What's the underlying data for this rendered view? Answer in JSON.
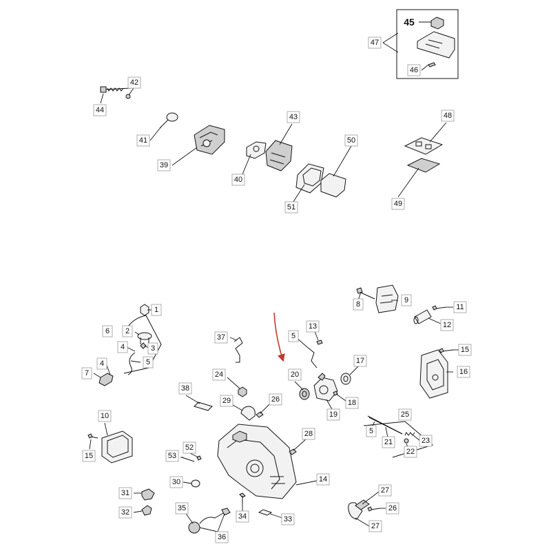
{
  "diagram": {
    "callouts": [
      {
        "id": "c45",
        "text": "45",
        "big": true
      },
      {
        "id": "c47",
        "text": "47"
      },
      {
        "id": "c46",
        "text": "46"
      },
      {
        "id": "c42",
        "text": "42"
      },
      {
        "id": "c44",
        "text": "44"
      },
      {
        "id": "c41",
        "text": "41"
      },
      {
        "id": "c43",
        "text": "43"
      },
      {
        "id": "c48",
        "text": "48"
      },
      {
        "id": "c50",
        "text": "50"
      },
      {
        "id": "c39",
        "text": "39"
      },
      {
        "id": "c40",
        "text": "40"
      },
      {
        "id": "c51",
        "text": "51"
      },
      {
        "id": "c49",
        "text": "49"
      },
      {
        "id": "c1",
        "text": "1"
      },
      {
        "id": "c2",
        "text": "2"
      },
      {
        "id": "c6",
        "text": "6"
      },
      {
        "id": "c4a",
        "text": "4"
      },
      {
        "id": "c3",
        "text": "3"
      },
      {
        "id": "c5a",
        "text": "5"
      },
      {
        "id": "c4b",
        "text": "4"
      },
      {
        "id": "c7",
        "text": "7"
      },
      {
        "id": "c37",
        "text": "37"
      },
      {
        "id": "c5b",
        "text": "5"
      },
      {
        "id": "c13",
        "text": "13"
      },
      {
        "id": "c8",
        "text": "8"
      },
      {
        "id": "c9",
        "text": "9"
      },
      {
        "id": "c11",
        "text": "11"
      },
      {
        "id": "c12",
        "text": "12"
      },
      {
        "id": "c15a",
        "text": "15"
      },
      {
        "id": "c16",
        "text": "16"
      },
      {
        "id": "c17",
        "text": "17"
      },
      {
        "id": "c20",
        "text": "20"
      },
      {
        "id": "c18",
        "text": "18"
      },
      {
        "id": "c19",
        "text": "19"
      },
      {
        "id": "c24",
        "text": "24"
      },
      {
        "id": "c38",
        "text": "38"
      },
      {
        "id": "c29",
        "text": "29"
      },
      {
        "id": "c26a",
        "text": "26"
      },
      {
        "id": "c10",
        "text": "10"
      },
      {
        "id": "c15b",
        "text": "15"
      },
      {
        "id": "c25",
        "text": "25"
      },
      {
        "id": "c5c",
        "text": "5"
      },
      {
        "id": "c21",
        "text": "21"
      },
      {
        "id": "c23",
        "text": "23"
      },
      {
        "id": "c22",
        "text": "22"
      },
      {
        "id": "c28",
        "text": "28"
      },
      {
        "id": "c52",
        "text": "52"
      },
      {
        "id": "c53",
        "text": "53"
      },
      {
        "id": "c14",
        "text": "14"
      },
      {
        "id": "c30",
        "text": "30"
      },
      {
        "id": "c31",
        "text": "31"
      },
      {
        "id": "c32",
        "text": "32"
      },
      {
        "id": "c35",
        "text": "35"
      },
      {
        "id": "c36",
        "text": "36"
      },
      {
        "id": "c34",
        "text": "34"
      },
      {
        "id": "c33",
        "text": "33"
      },
      {
        "id": "c27a",
        "text": "27"
      },
      {
        "id": "c26b",
        "text": "26"
      },
      {
        "id": "c27b",
        "text": "27"
      }
    ],
    "colors": {
      "arrow": "#c0392b",
      "ink": "#111111",
      "box_border": "#999999"
    }
  }
}
